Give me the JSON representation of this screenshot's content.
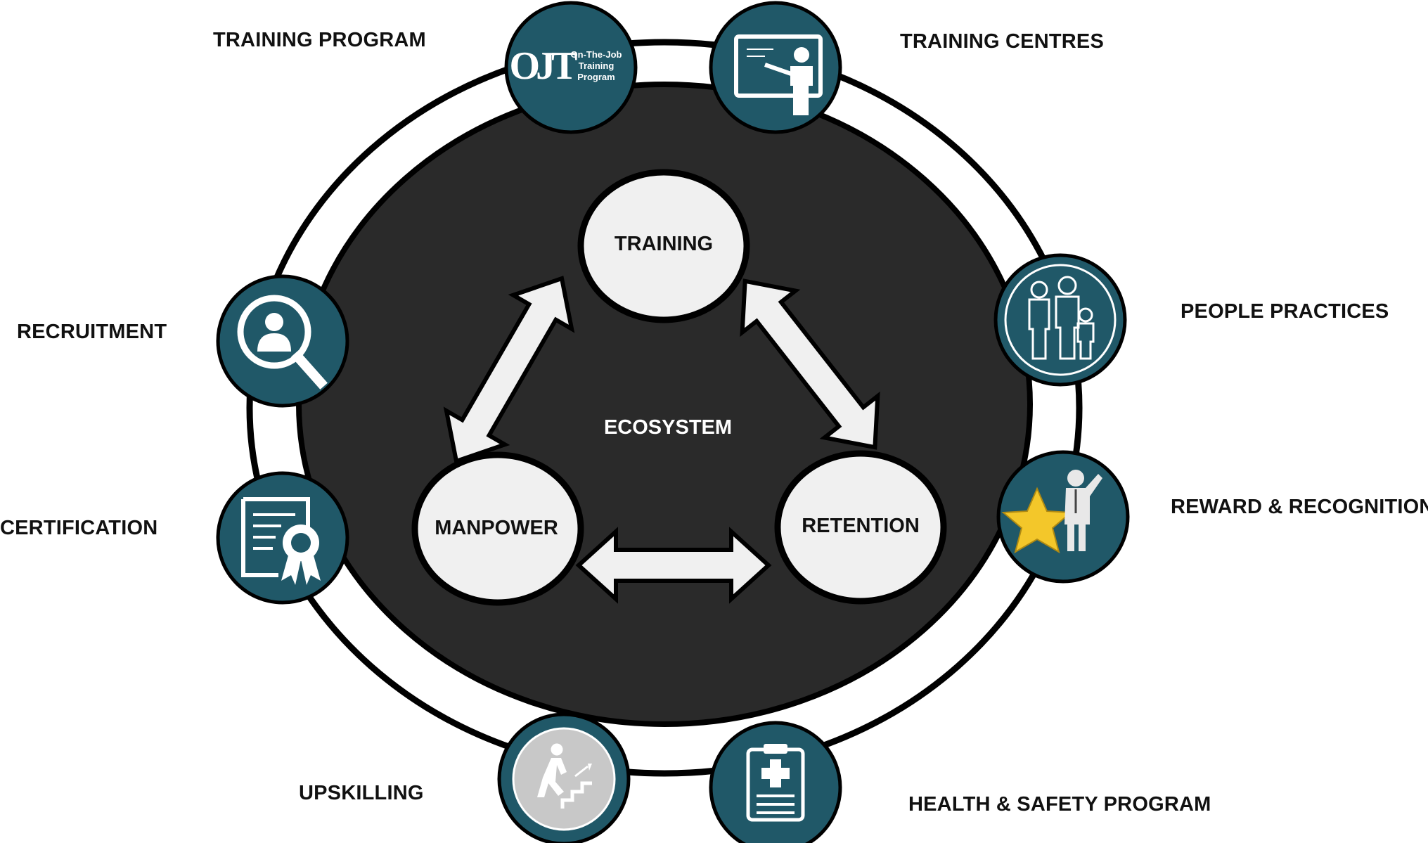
{
  "center": {
    "label": "ECOSYSTEM"
  },
  "nodes": {
    "training": "TRAINING",
    "manpower": "MANPOWER",
    "retention": "RETENTION"
  },
  "outer_items": [
    {
      "id": "training-program",
      "label": "TRAINING PROGRAM",
      "icon": "ojt-logo-icon"
    },
    {
      "id": "training-centres",
      "label": "TRAINING CENTRES",
      "icon": "presenter-board-icon"
    },
    {
      "id": "people-practices",
      "label": "PEOPLE PRACTICES",
      "icon": "family-icon"
    },
    {
      "id": "reward-recognition",
      "label": "REWARD & RECOGNITION",
      "icon": "star-person-icon"
    },
    {
      "id": "health-safety",
      "label": "HEALTH & SAFETY PROGRAM",
      "icon": "medical-clipboard-icon"
    },
    {
      "id": "upskilling",
      "label": "UPSKILLING",
      "icon": "stairs-climber-icon"
    },
    {
      "id": "certification",
      "label": "CERTIFICATION",
      "icon": "certificate-icon"
    },
    {
      "id": "recruitment",
      "label": "RECRUITMENT",
      "icon": "person-search-icon"
    }
  ],
  "ojt_logo": {
    "mark": "OJT",
    "line1": "On-The-Job",
    "line2": "Training",
    "line3": "Program"
  },
  "colors": {
    "icon_circle": "#205868",
    "center_disc": "#2a2a2a",
    "node_fill": "#f0f0f0",
    "star": "#f3c72a"
  }
}
